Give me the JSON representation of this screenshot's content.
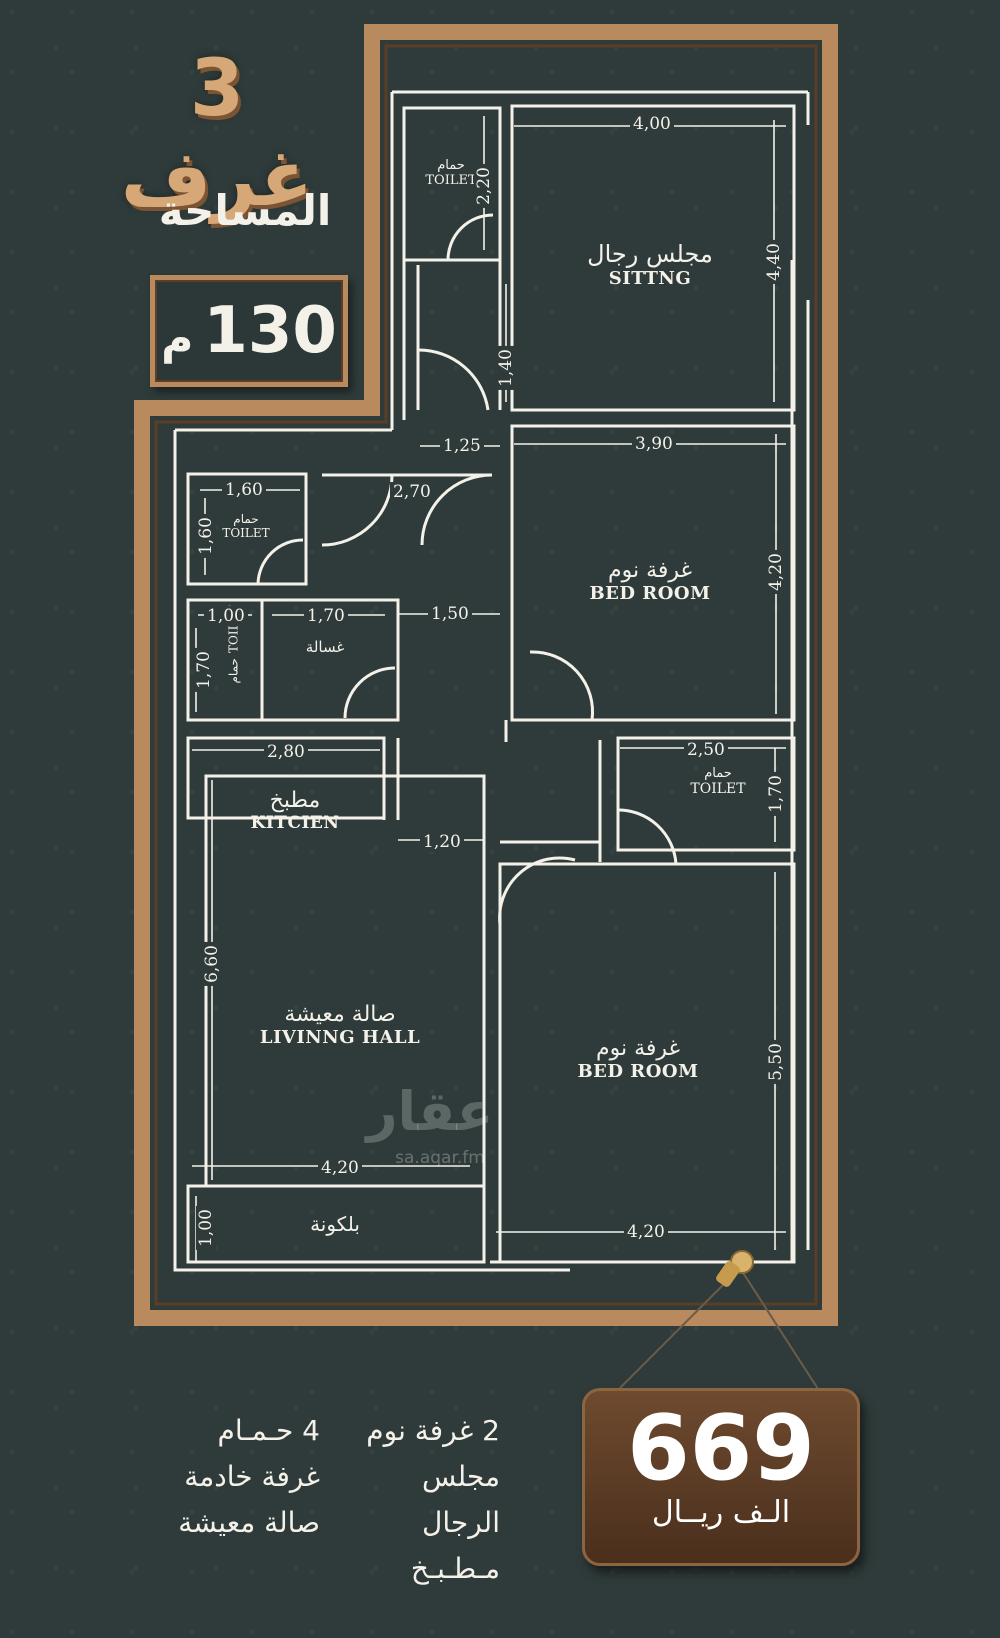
{
  "header": {
    "rooms_title": "3 غرف",
    "area_label": "المساحة",
    "area_value": "130",
    "area_unit": "م"
  },
  "plan": {
    "rooms": {
      "toilet_top": {
        "ar": "حمام",
        "en": "TOILET"
      },
      "sitting": {
        "ar": "مجلس رجال",
        "en": "SITTNG"
      },
      "bedroom_1": {
        "ar": "غرفة نوم",
        "en": "BED ROOM"
      },
      "toilet_left": {
        "ar": "حمام",
        "en": "TOILET"
      },
      "maid_room": {
        "ar": "غسالة"
      },
      "toilet_small": {
        "ar": "حمام",
        "en": "TOILET"
      },
      "toilet_right": {
        "ar": "حمام",
        "en": "TOILET"
      },
      "kitchen": {
        "ar": "مطبخ",
        "en": "KITCIEN"
      },
      "living": {
        "ar": "صالة معيشة",
        "en": "LIVINNG HALL"
      },
      "bedroom_2": {
        "ar": "غرفة نوم",
        "en": "BED ROOM"
      },
      "balcony": {
        "ar": "بلكونة"
      }
    },
    "dims": {
      "d400": "4,00",
      "d440": "4,40",
      "d220": "2,20",
      "d140": "1,40",
      "d125": "1,25",
      "d390": "3,90",
      "d420v": "4,20",
      "d270": "2,70",
      "d160h": "1,60",
      "d160v": "1,60",
      "d100h": "1,00",
      "d170h": "1,70",
      "d170v": "1,70",
      "d150": "1,50",
      "d280": "2,80",
      "d250": "2,50",
      "d170r": "1,70",
      "d120": "1,20",
      "d660": "6,60",
      "d550": "5,50",
      "d420a": "4,20",
      "d100v": "1,00",
      "d420b": "4,20"
    }
  },
  "watermark": {
    "text": "عقار",
    "url": "sa.aqar.fm"
  },
  "features": {
    "right_col": [
      "2 غرفة نوم",
      "مجلس الرجال",
      "مـطـبـخ"
    ],
    "left_col": [
      "4 حـمـام",
      "غرفة خادمة",
      "صالة معيشة"
    ]
  },
  "price": {
    "value": "669",
    "unit": "الـف ريــال"
  },
  "colors": {
    "background": "#2f3b3a",
    "frame": "#b88a5d",
    "accent": "#d7a877",
    "line": "#f4f1e9"
  }
}
